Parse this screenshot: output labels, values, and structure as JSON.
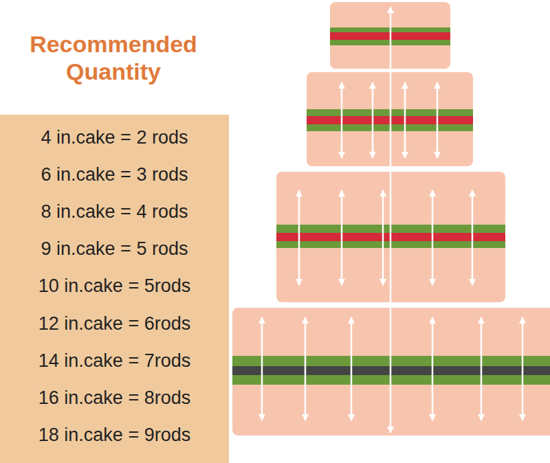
{
  "diagram": {
    "title": "Recommended Quantity",
    "nodes": [
      {
        "text": [
          "4 in.cake = 2 rods",
          "6 in.cake = 3 rods",
          "8 in.cake = 4 rods",
          "9 in.cake = 5 rods",
          "10 in.cake = 5rods",
          "12 in.cake = 6rods",
          "14 in.cake = 7rods",
          "16 in.cake = 8rods",
          "18 in.cake = 9rods"
        ]
      }
    ]
  }
}
